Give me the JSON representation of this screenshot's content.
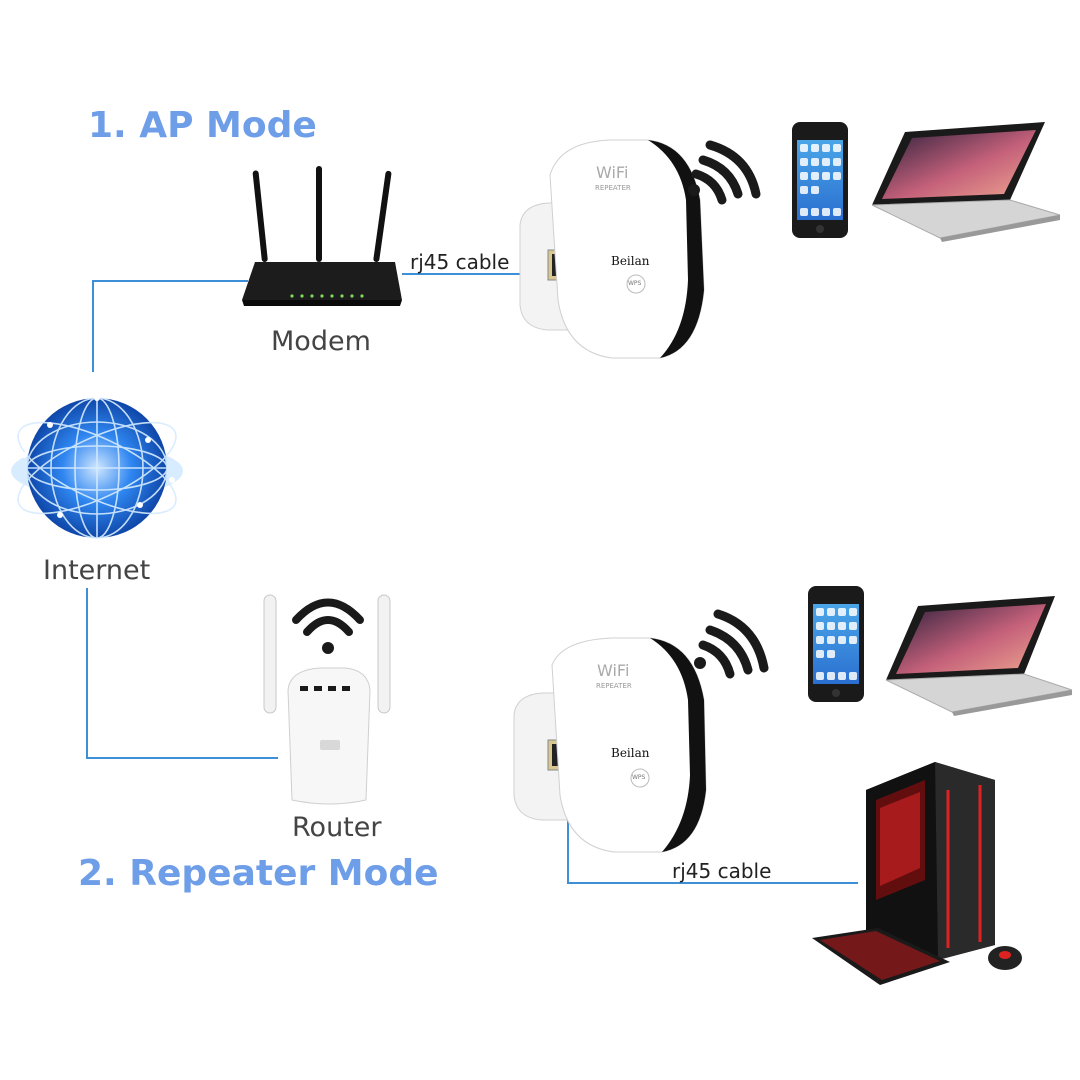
{
  "headings": {
    "ap_mode": "1. AP Mode",
    "repeater_mode": "2. Repeater Mode"
  },
  "labels": {
    "modem": "Modem",
    "internet": "Internet",
    "router": "Router",
    "cable_top": "rj45 cable",
    "cable_bottom": "rj45 cable"
  },
  "device_text": {
    "wifi_logo": "WiFi",
    "repeater": "REPEATER",
    "brand": "Beilan",
    "wps": "WPS"
  },
  "colors": {
    "heading": "#6f9ee8",
    "wire": "#3d8fd8",
    "globe": "#1e6fe0",
    "signal": "#1a1a1a"
  },
  "icons": [
    "globe-icon",
    "modem-device",
    "router-device",
    "repeater-device",
    "wifi-signal-icon",
    "smartphone-icon",
    "laptop-icon",
    "desktop-pc-icon"
  ]
}
